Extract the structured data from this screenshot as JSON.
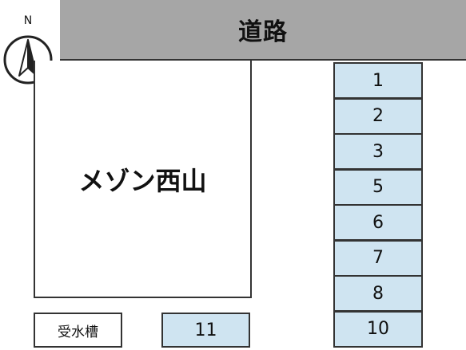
{
  "road": {
    "label": "道路",
    "color": "#a6a6a6"
  },
  "compass": {
    "label": "N",
    "icon": "north-arrow-icon"
  },
  "building": {
    "label": "メゾン西山"
  },
  "water_tank": {
    "label": "受水槽"
  },
  "parking": {
    "fill_color": "#cfe4f1",
    "right_column": [
      "1",
      "2",
      "3",
      "5",
      "6",
      "7",
      "8",
      "10"
    ],
    "bottom_space": "11"
  }
}
